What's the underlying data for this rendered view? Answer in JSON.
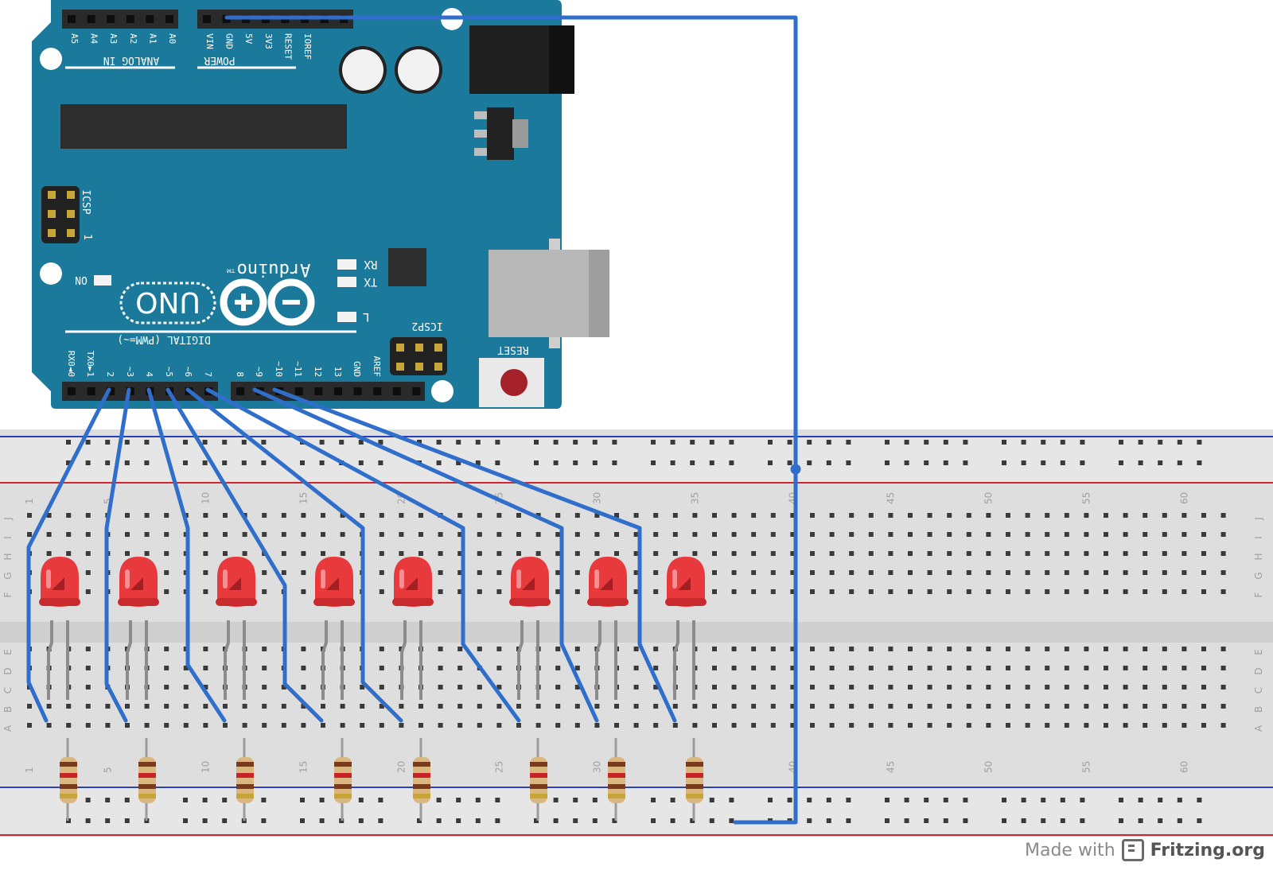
{
  "board": {
    "name": "Arduino",
    "model": "UNO",
    "analog_header_label": "ANALOG IN",
    "power_header_label": "POWER",
    "digital_header_label": "DIGITAL (PWM=~)",
    "analog_pins": [
      "A5",
      "A4",
      "A3",
      "A2",
      "A1",
      "A0"
    ],
    "power_pins": [
      "VIN",
      "GND",
      "5V",
      "3V3",
      "RESET",
      "IOREF"
    ],
    "digital_pins": [
      "RX0◄0",
      "TX0►1",
      "2",
      "~3",
      "4",
      "~5",
      "~6",
      "7",
      "8",
      "~9",
      "~10",
      "~11",
      "12",
      "13",
      "GND",
      "AREF"
    ],
    "icsp_label": "ICSP",
    "icsp2_label": "ICSP2",
    "reset_label": "RESET",
    "on_label": "ON",
    "rx_label": "RX",
    "tx_label": "TX",
    "l_label": "L",
    "icsp_one": "1",
    "tm": "TM"
  },
  "breadboard": {
    "column_numbers": [
      "1",
      "5",
      "10",
      "15",
      "20",
      "25",
      "30",
      "35",
      "40",
      "45",
      "50",
      "55",
      "60"
    ],
    "top_row_letters": [
      "J",
      "I",
      "H",
      "G",
      "F"
    ],
    "bottom_row_letters": [
      "E",
      "D",
      "C",
      "B",
      "A"
    ],
    "led_count": 8,
    "led_color": "#e8393d",
    "resistor_count": 8
  },
  "colors": {
    "board": "#1b7a9b",
    "wire": "#2f6fcb",
    "breadboard": "#dcdcdc",
    "rail_red": "#d0262e",
    "rail_blue": "#2a3fbf"
  },
  "footer": {
    "made_with": "Made with",
    "brand": "Fritzing.org"
  }
}
